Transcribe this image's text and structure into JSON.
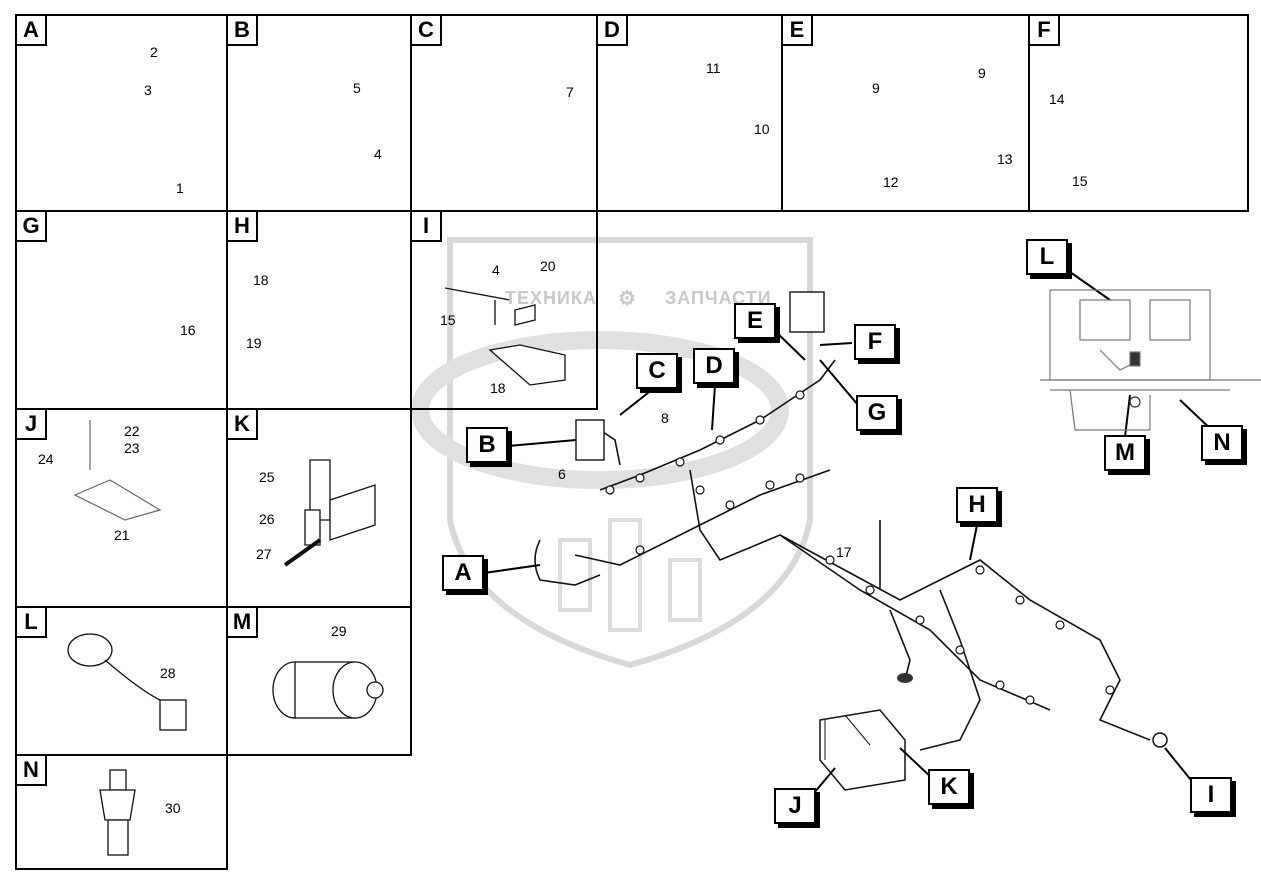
{
  "watermark": {
    "left_text": "ТЕХНИКА",
    "right_text": "ЗАПЧАСТИ"
  },
  "panels": {
    "A": {
      "label": "A",
      "parts": [
        "2",
        "3",
        "1"
      ]
    },
    "B": {
      "label": "B",
      "parts": [
        "5",
        "4"
      ]
    },
    "C": {
      "label": "C",
      "parts": [
        "7"
      ]
    },
    "D": {
      "label": "D",
      "parts": [
        "11",
        "10"
      ]
    },
    "E": {
      "label": "E",
      "parts": [
        "9",
        "9",
        "12",
        "13"
      ]
    },
    "F": {
      "label": "F",
      "parts": [
        "14",
        "15"
      ]
    },
    "G": {
      "label": "G",
      "parts": [
        "16"
      ]
    },
    "H": {
      "label": "H",
      "parts": [
        "18",
        "19"
      ]
    },
    "I": {
      "label": "I",
      "parts": [
        "4",
        "20",
        "15",
        "18"
      ]
    },
    "J": {
      "label": "J",
      "parts": [
        "22",
        "23",
        "24",
        "21"
      ]
    },
    "K": {
      "label": "K",
      "parts": [
        "25",
        "26",
        "27"
      ]
    },
    "L": {
      "label": "L",
      "parts": [
        "28"
      ]
    },
    "M": {
      "label": "M",
      "parts": [
        "29"
      ]
    },
    "N": {
      "label": "N",
      "parts": [
        "30"
      ]
    }
  },
  "main": {
    "parts": [
      "6",
      "8",
      "17"
    ],
    "callouts": [
      "A",
      "B",
      "C",
      "D",
      "E",
      "F",
      "G",
      "H",
      "I",
      "J",
      "K",
      "L",
      "M",
      "N"
    ]
  }
}
